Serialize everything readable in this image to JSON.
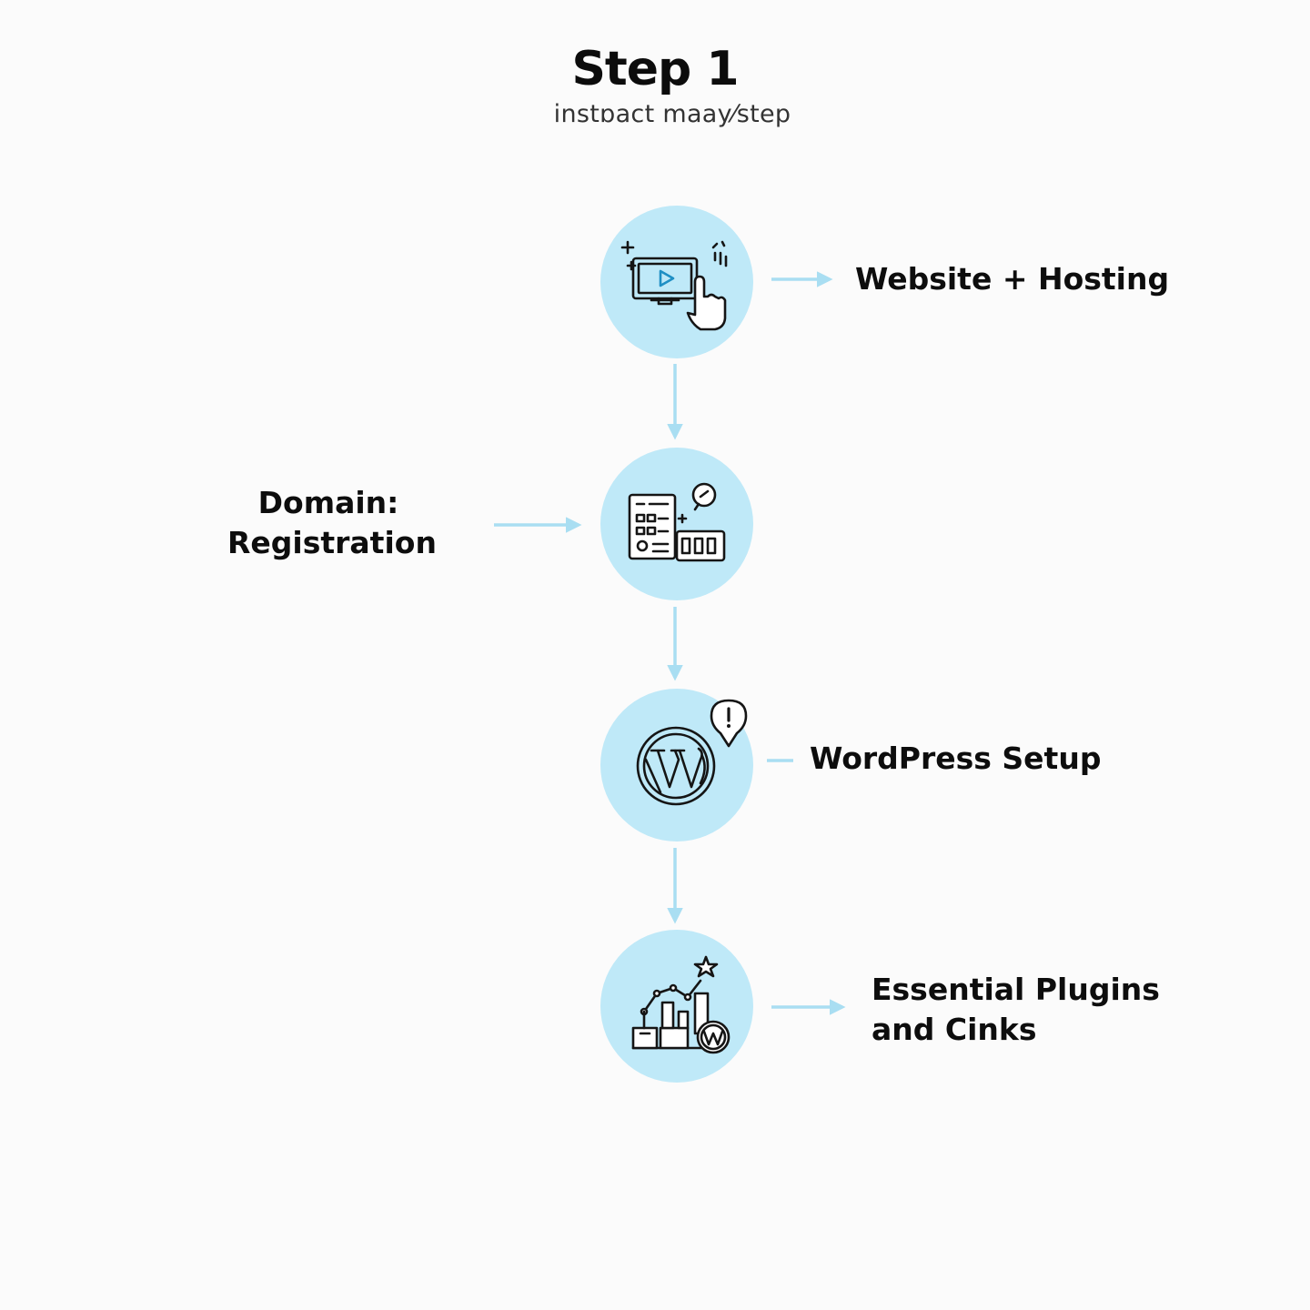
{
  "header": {
    "title": "Step 1",
    "subtitle": "instɒact maay⁄step"
  },
  "steps": [
    {
      "label_lines": [
        "Website + Hosting"
      ],
      "icon": "computer-play-touch-icon"
    },
    {
      "label_lines": [
        "Domain:",
        "Registration"
      ],
      "icon": "domain-register-icon"
    },
    {
      "label_lines": [
        "WordPress Setup"
      ],
      "icon": "wordpress-logo-icon"
    },
    {
      "label_lines": [
        "Essential Plugins",
        "and Cinks"
      ],
      "icon": "plugins-growth-chart-icon"
    }
  ],
  "colors": {
    "node_fill": "#bfe9f8",
    "connector": "#a9def2",
    "icon_stroke": "#151515",
    "accent": "#3ab8e8"
  }
}
